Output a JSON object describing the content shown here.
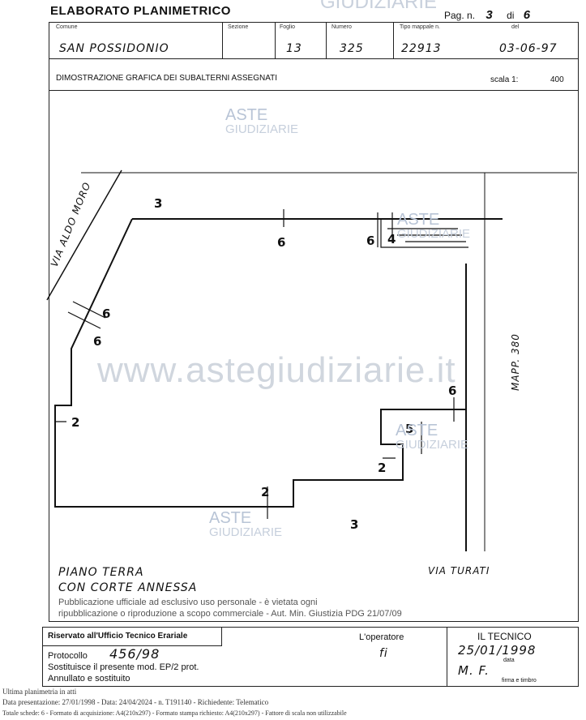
{
  "header": {
    "title": "ELABORATO PLANIMETRICO",
    "page_label": "Pag. n.",
    "page_number": "3",
    "of_label": "di",
    "page_total": "6"
  },
  "fields": {
    "comune_label": "Comune",
    "comune": "SAN POSSIDONIO",
    "sezione_label": "Sezione",
    "sezione": "",
    "foglio_label": "Foglio",
    "foglio": "13",
    "numero_label": "Numero",
    "numero": "325",
    "tipo_mappale_label": "Tipo mappale n.",
    "tipo_mappale": "22913",
    "del_label": "del",
    "del": "03-06-97"
  },
  "section": {
    "title": "DIMOSTRAZIONE GRAFICA DEI SUBALTERNI ASSEGNATI",
    "scale_label": "scala 1:",
    "scale": "400"
  },
  "plan": {
    "labels": [
      "3",
      "6",
      "6",
      "4",
      "6",
      "6",
      "6",
      "2",
      "5",
      "2",
      "2",
      "3"
    ],
    "street_left": "VIA ALDO MORO",
    "street_right": "MAPP. 380",
    "street_bottom": "VIA TURATI",
    "floor_line1": "PIANO TERRA",
    "floor_line2": "CON CORTE ANNESSA"
  },
  "watermarks": {
    "aste": "ASTE",
    "giudiziarie": "GIUDIZIARIE",
    "site": "www.astegiudiziarie.it"
  },
  "office": {
    "reserved": "Riservato all'Ufficio Tecnico Erariale",
    "operatore_label": "L'operatore",
    "operatore_sign": "fi",
    "protocollo_label": "Protocollo",
    "protocollo": "456/98",
    "sostituisce": "Sostituisce il presente mod. EP/2 prot.",
    "annullato": "Annullato e sostituito",
    "tecnico_label": "IL TECNICO",
    "tecnico_date": "25/01/1998",
    "data_label": "data",
    "tecnico_sign": "M. F.",
    "firma_label": "firma e timbro"
  },
  "footer": {
    "notice1": "Pubblicazione ufficiale ad esclusivo uso personale - è vietata ogni",
    "notice2": "ripubblicazione o riproduzione a scopo commerciale - Aut. Min. Giustizia PDG 21/07/09",
    "line1": "Ultima planimetria in atti",
    "line2": "Data presentazione: 27/01/1998 - Data: 24/04/2024 - n. T191140 - Richiedente: Telematico",
    "line3": "Totale schede: 6 - Formato di acquisizione: A4(210x297) - Formato stampa richiesto: A4(210x297) - Fattore di scala non utilizzabile"
  }
}
